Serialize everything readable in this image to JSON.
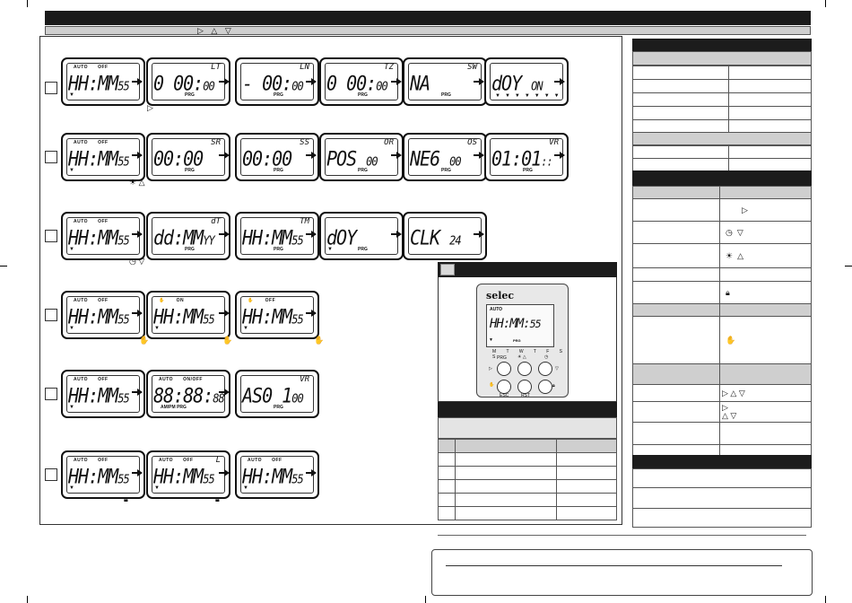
{
  "nav_icons": "▷ △ ▽",
  "status": {
    "auto": "AUTO",
    "off": "OFF",
    "on": "ON",
    "onoff": "ON/OFF",
    "prg": "PRG",
    "ampm": "AM/PM"
  },
  "lcd": {
    "hh": "HH:MM",
    "ss": "55",
    "r1_2": "0 00:",
    "r1_2s": "00",
    "r1_2c": "LT",
    "r1_3": "- 00:",
    "r1_3s": "00",
    "r1_3c": "LN",
    "r1_4": "0 00:",
    "r1_4s": "00",
    "r1_4c": "TZ",
    "r1_5": "NA",
    "r1_5c": "SW",
    "r1_6": "dOY",
    "r1_6s": "ON",
    "r2_2": "00:00",
    "r2_2c": "SR",
    "r2_3": "00:00",
    "r2_3c": "SS",
    "r2_4": "POS",
    "r2_4s": "00",
    "r2_4c": "OR",
    "r2_5": "NE6",
    "r2_5s": "00",
    "r2_5c": "OS",
    "r2_6": "01:01",
    "r2_6s": "::",
    "r2_6c": "VR",
    "r3_2": "dd:MM",
    "r3_2s": "YY",
    "r3_2c": "dT",
    "r3_3c": "TM",
    "r3_4": "dOY",
    "r3_5": "CLK",
    "r3_5s": "24",
    "r5_2": "88:88:",
    "r5_2s": "88",
    "r5_3": "AS0 1",
    "r5_3s": "00",
    "r5_3c": "VR",
    "r6_2c": "L"
  },
  "device": {
    "brand": "selec",
    "auto": "AUTO",
    "time": "HH:MM:",
    "time_s": "55",
    "prg": "PRG",
    "days": "M T W T F S S",
    "btn_prg": "PRG",
    "btn_esc": "ESC",
    "btn_rst": "RST"
  }
}
